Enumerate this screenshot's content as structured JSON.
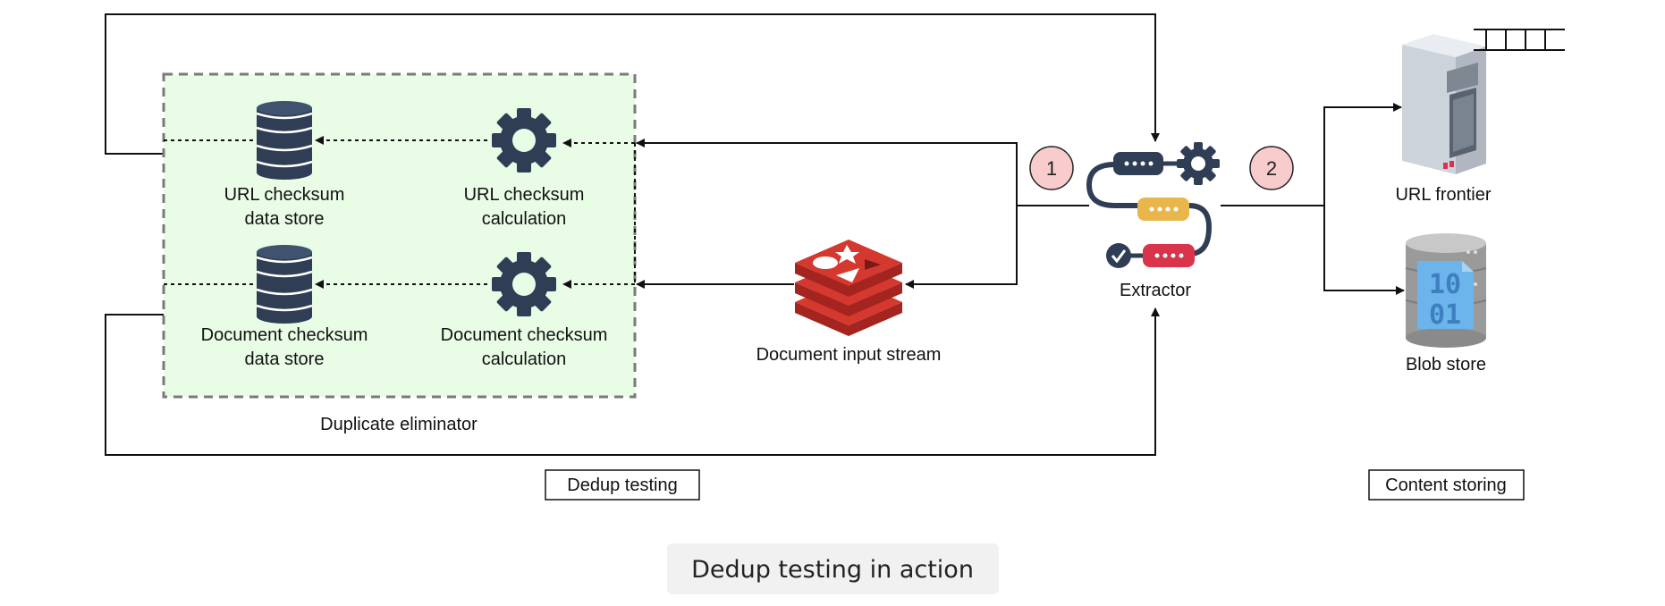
{
  "nodes": {
    "url_store": {
      "line1": "URL checksum",
      "line2": "data store"
    },
    "url_calc": {
      "line1": "URL checksum",
      "line2": "calculation"
    },
    "doc_store": {
      "line1": "Document checksum",
      "line2": "data store"
    },
    "doc_calc": {
      "line1": "Document checksum",
      "line2": "calculation"
    },
    "doc_stream": {
      "label": "Document input stream"
    },
    "extractor": {
      "label": "Extractor"
    },
    "url_frontier": {
      "label": "URL frontier"
    },
    "blob_store": {
      "label": "Blob store",
      "digits_top": "10",
      "digits_bottom": "01"
    }
  },
  "group": {
    "label": "Duplicate eliminator"
  },
  "steps": {
    "step1": "1",
    "step2": "2"
  },
  "phases": {
    "dedup": "Dedup testing",
    "content": "Content storing"
  },
  "caption": "Dedup testing in action",
  "colors": {
    "group_fill": "#e8fce6",
    "group_border": "#7a7a7a",
    "navy": "#2f3e55",
    "redis_red": "#c9302c",
    "step_fill": "#f8cccc",
    "gear_yellow": "#e8b64a",
    "gear_red": "#d9344a",
    "blob_blue": "#6cb4ec"
  },
  "icons": {
    "database": "database-icon",
    "gear": "gear-icon",
    "redis": "redis-stack-icon",
    "extractor": "pipeline-gear-icon",
    "server": "server-tower-icon",
    "queue": "queue-icon",
    "blob": "blob-store-icon"
  }
}
